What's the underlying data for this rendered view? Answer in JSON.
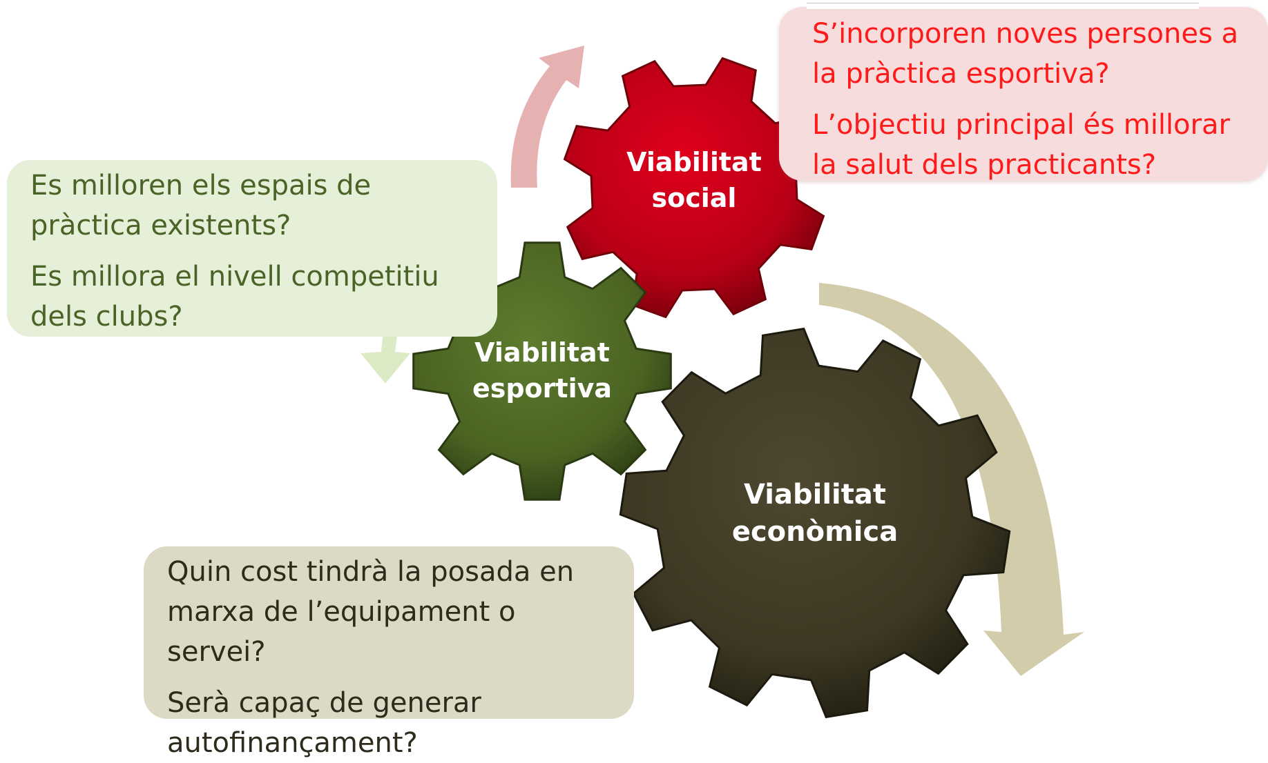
{
  "gears": {
    "social": {
      "line1": "Viabilitat",
      "line2": "social",
      "color": "#c8001a"
    },
    "esportiva": {
      "line1": "Viabilitat",
      "line2": "esportiva",
      "color": "#4e6a24"
    },
    "economica": {
      "line1": "Viabilitat",
      "line2": "econòmica",
      "color": "#3f3a26"
    }
  },
  "callouts": {
    "social": {
      "q1": "S’incorporen noves persones a la pràctica esportiva?",
      "q2": "L’objectiu principal és millorar la salut dels practicants?",
      "color": "#ff1a1a"
    },
    "esportiva": {
      "q1": "Es milloren els espais de pràctica existents?",
      "q2": "Es millora el nivell competitiu dels clubs?",
      "color": "#4a6428"
    },
    "economica": {
      "q1": "Quin cost tindrà la posada en marxa de l’equipament o servei?",
      "q2": "Serà capaç de generar autofinançament?",
      "color": "#2e2b1c"
    }
  },
  "arrows": {
    "social": {
      "color": "#e3a8a8"
    },
    "esportiva": {
      "color": "#d9e8c0"
    },
    "economica": {
      "color": "#cdc6a2"
    }
  }
}
